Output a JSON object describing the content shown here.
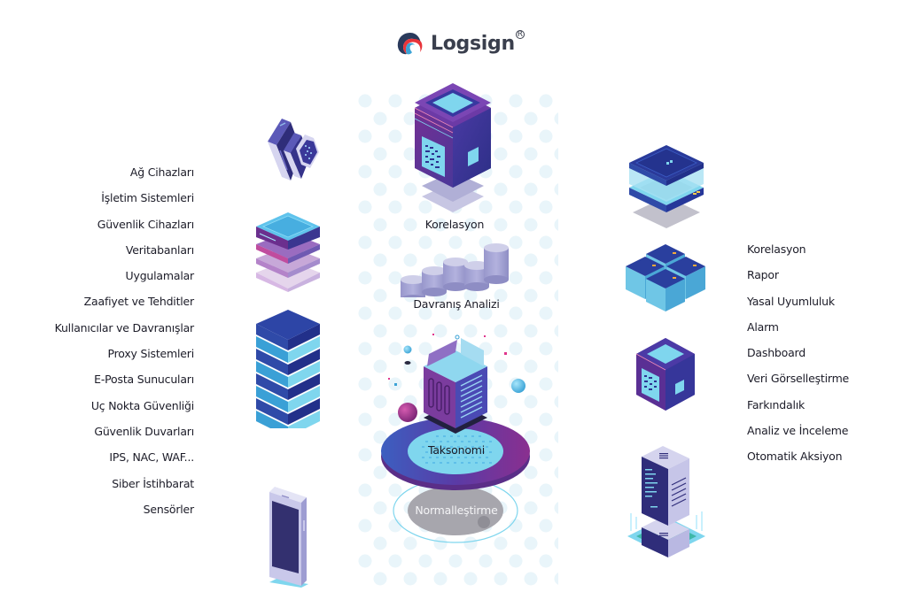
{
  "brand": {
    "name": "Logsign",
    "registered_mark": "R",
    "colors": {
      "navy": "#2a3a5c",
      "red": "#e8343a",
      "blue": "#3ba3d6",
      "text": "#3a3f4d"
    }
  },
  "sources": {
    "items": [
      "Ağ Cihazları",
      "İşletim Sistemleri",
      "Güvenlik Cihazları",
      "Veritabanları",
      "Uygulamalar",
      "Zaafiyet ve Tehditler",
      "Kullanıcılar ve Davranışlar",
      "Proxy Sistemleri",
      "E-Posta Sunucuları",
      "Uç Nokta Güvenliği",
      "Güvenlik Duvarları",
      "IPS, NAC, WAF...",
      "Siber İstihbarat",
      "Sensörler"
    ],
    "icons": [
      "network-devices-icon",
      "database-stack-icon",
      "server-rack-icon",
      "mobile-device-icon"
    ]
  },
  "pipeline": {
    "stages": {
      "correlation": "Korelasyon",
      "behavior": "Davranış Analizi",
      "taxonomy": "Taksonomi",
      "normalization": "Normalleştirme"
    }
  },
  "outputs": {
    "items": [
      "Korelasyon",
      "Rapor",
      "Yasal Uyumluluk",
      "Alarm",
      "Dashboard",
      "Veri Görselleştirme",
      "Farkındalık",
      "Analiz ve İnceleme",
      "Otomatik Aksiyon"
    ],
    "icons": [
      "storage-box-icon",
      "cluster-cubes-icon",
      "processor-cube-icon",
      "server-tower-icon"
    ]
  },
  "palette": {
    "purple": "#6a2e8f",
    "indigo": "#3b3a8f",
    "cyan": "#7fd6ee",
    "lavender": "#a9a8d6",
    "gray": "#a7a6ad"
  }
}
